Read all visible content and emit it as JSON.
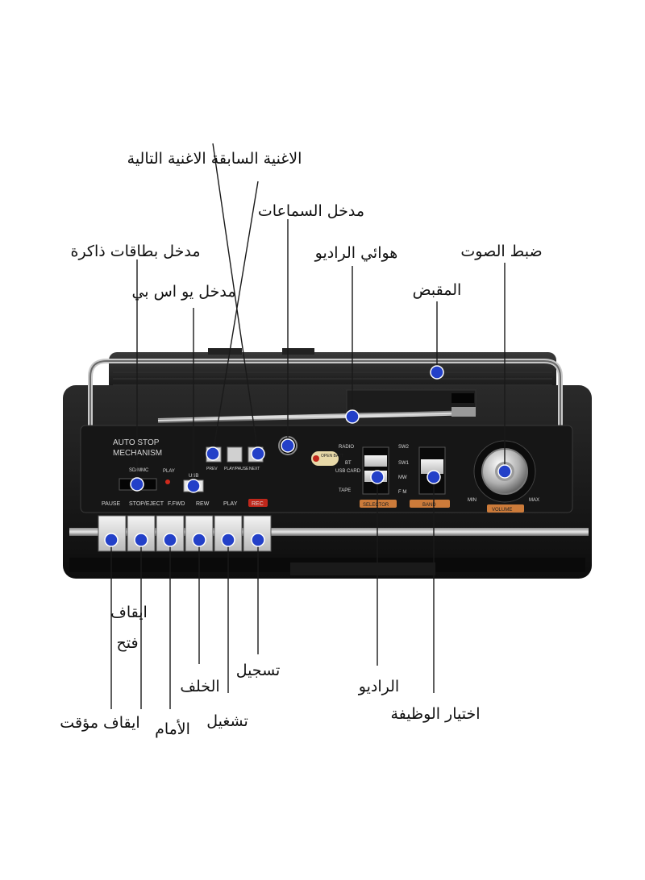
{
  "device_text": {
    "auto_stop_line1": "AUTO STOP",
    "auto_stop_line2": "MECHANISM",
    "sd_mmc": "SD/MMC",
    "play_indicator": "PLAY",
    "usb": "USB",
    "prev": "PREV",
    "play_pause": "PLAY/PAUSE",
    "next": "NEXT",
    "radio": "RADIO",
    "bt": "BT",
    "usb_card": "USB CARD",
    "tape": "TAPE",
    "sw2": "SW2",
    "sw1": "SW1",
    "mw": "MW",
    "fm": "F M",
    "selector": "SELECTOR",
    "band": "BAND",
    "min": "MIN",
    "max": "MAX",
    "volume": "VOLUME",
    "pause": "PAUSE",
    "stop_eject": "STOP/EJECT",
    "ffwd": "F.FWD",
    "rew": "REW",
    "play": "PLAY",
    "rec": "REC",
    "open_batt": "OPEN BATT"
  },
  "callouts": {
    "prev_next": "الاغنية السابقة الاغنية التالية",
    "headphone": "مدخل السماعات",
    "radio_antenna": "هوائي الراديو",
    "volume": "ضبط الصوت",
    "memory_card": "مدخل بطاقات ذاكرة",
    "usb_port": "مدخل يو اس بي",
    "handle": "المقبض",
    "stop": "ايقاف",
    "open": "فتح",
    "record": "تسجيل",
    "rewind": "الخلف",
    "radio": "الراديو",
    "function_select": "اختيار الوظيفة",
    "pause": "ايقاف مؤقت",
    "forward": "الأمام",
    "play": "تشغيل"
  }
}
